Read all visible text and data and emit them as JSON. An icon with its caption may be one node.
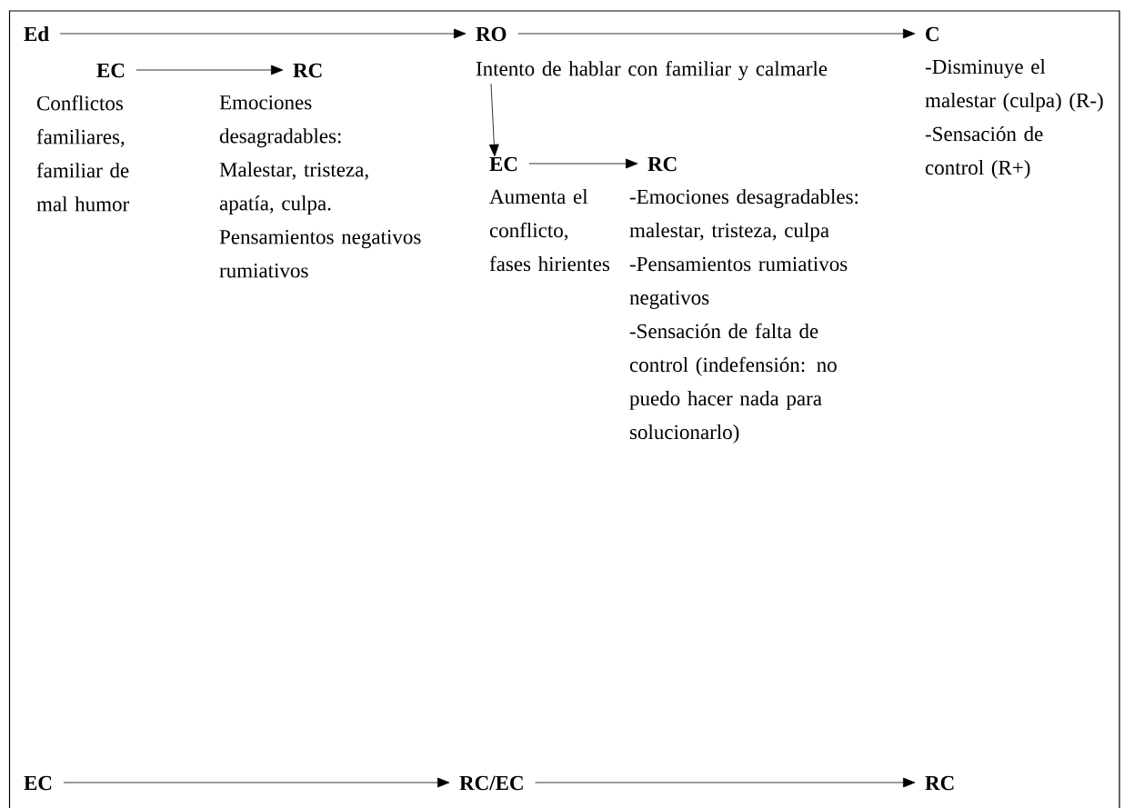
{
  "diagram": {
    "nodes": [
      {
        "text": [
          "Ed"
        ]
      },
      {
        "text": [
          "RO"
        ]
      },
      {
        "text": [
          "C"
        ],
        "beside": [
          "-Disminuye el malestar (culpa) (R-)",
          "-Sensación de control (R+)"
        ]
      },
      {
        "text": [
          "EC"
        ],
        "beside": [
          "Conflictos familiares, familiar de mal humor"
        ]
      },
      {
        "text": [
          "RC"
        ],
        "beside": [
          "Emociones desagradables: Malestar, tristeza, apatía, culpa. Pensamientos negativos rumiativos"
        ]
      },
      {
        "text": [
          "Intento de hablar con familiar y calmarle"
        ]
      },
      {
        "text": [
          "EC"
        ],
        "beside": [
          "Aumenta el conflicto, fases hirientes"
        ]
      },
      {
        "text": [
          "RC"
        ],
        "beside": [
          "-Emociones desagradables: malestar, tristeza, culpa",
          "-Pensamientos rumiativos negativos",
          "-Sensación de falta de control (indefensión: no puedo hacer nada para solucionarlo)"
        ]
      },
      {
        "text": [
          "EC"
        ]
      },
      {
        "text": [
          "RC/EC"
        ]
      },
      {
        "text": [
          "RC"
        ]
      }
    ],
    "edges": [
      {
        "from": 0,
        "to": 1,
        "arrow": "to"
      },
      {
        "from": 1,
        "to": 2,
        "arrow": "to"
      },
      {
        "from": 3,
        "to": 4,
        "arrow": "to"
      },
      {
        "from": 5,
        "to": 6,
        "arrow": "to"
      },
      {
        "from": 6,
        "to": 7,
        "arrow": "to"
      },
      {
        "from": 8,
        "to": 9,
        "arrow": "to"
      },
      {
        "from": 9,
        "to": 10,
        "arrow": "to"
      }
    ]
  }
}
